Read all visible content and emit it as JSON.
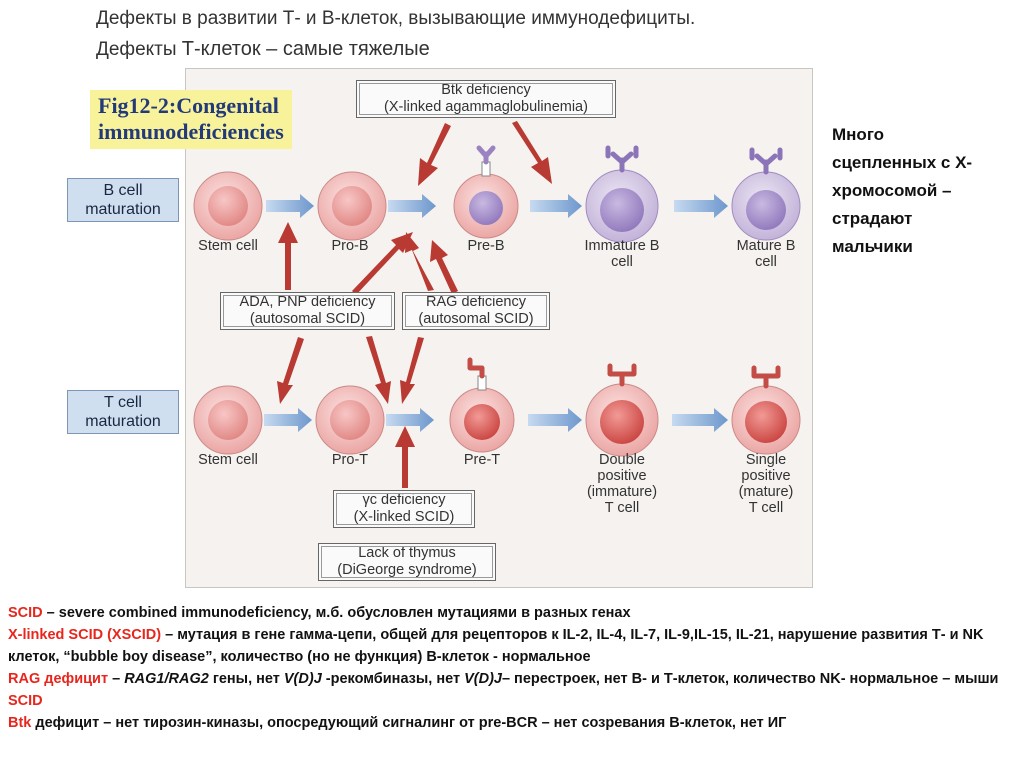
{
  "header": {
    "line1": "Дефекты в развитии Т- и В-клеток, вызывающие иммунодефициты.",
    "line2_a": "Дефекты ",
    "line2_b": "Т-клеток – самые тяжелые"
  },
  "figure": {
    "title": "Fig12-2:Congenital\nimmunodeficiencies",
    "b_label": "B cell\nmaturation",
    "t_label": "T cell\nmaturation",
    "b_cells": [
      {
        "label": "Stem cell"
      },
      {
        "label": "Pro-B"
      },
      {
        "label": "Pre-B"
      },
      {
        "label": "Immature B\ncell"
      },
      {
        "label": "Mature B\ncell"
      }
    ],
    "t_cells": [
      {
        "label": "Stem cell"
      },
      {
        "label": "Pro-T"
      },
      {
        "label": "Pre-T"
      },
      {
        "label": "Double\npositive\n(immature)\nT cell"
      },
      {
        "label": "Single\npositive\n(mature)\nT cell"
      }
    ],
    "boxes": {
      "btk": "Btk deficiency\n(X-linked agammaglobulinemia)",
      "ada": "ADA, PNP deficiency\n(autosomal SCID)",
      "rag": "RAG deficiency\n(autosomal SCID)",
      "gc": "γc deficiency\n(X-linked SCID)",
      "thymus": "Lack of thymus\n(DiGeorge syndrome)"
    }
  },
  "side_note": "Много\nсцепленных с Х-\nхромосомой –\nстрадают\nмальчики",
  "notes": {
    "l1_red": "SCID",
    "l1": " – severe combined immunodeficiency, м.б. обусловлен мутациями  в разных генах",
    "l2_red": "X-linked SCID (XSCID)",
    "l2": " – мутация в гене гамма-цепи, общей для рецепторов к IL-2, IL-4, IL-7, IL-9,IL-15, IL-21, нарушение развития Т- и NK клеток, “bubble boy disease”, количество (но не функция) В-клеток - нормальное",
    "l3_red": "RAG дефицит",
    "l3_a": " – ",
    "l3_i1": "RAG1/RAG2",
    "l3_b": " гены, нет ",
    "l3_i2": "V(D)J",
    "l3_c": " -рекомбиназы, нет ",
    "l3_i3": "V(D)J",
    "l3_d": "– перестроек, нет В- и Т-клеток, количество NK- нормальное – мыши ",
    "l3_red2": "SCID",
    "l4_red": "Btk",
    "l4": " дефицит – нет тирозин-киназы, опосредующий сигналинг от pre-BCR – нет созревания В-клеток, нет ИГ"
  },
  "colors": {
    "red_text": "#e8261d",
    "defect_arrow": "#b83a32",
    "flow_arrow": "#7ea6d6",
    "figure_title_bg": "#f8f39a",
    "label_bg": "#cfdff0"
  }
}
